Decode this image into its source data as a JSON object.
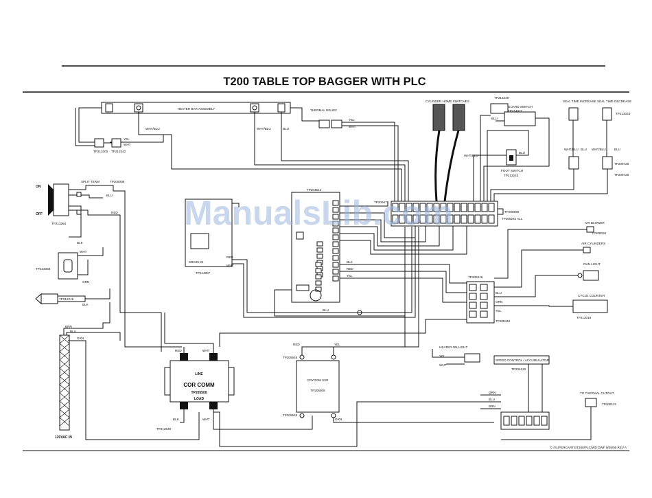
{
  "title": "T200 TABLE TOP BAGGER WITH PLC",
  "watermark": "ManualsLib.com",
  "footer": "© /SUPERCARTS/T200/PLC/WD  DWF 9/09/05 REV A",
  "labels": {
    "heater_bar": "HEATER BAR ASSEMBLY",
    "thermal_relief": "THERMAL RELIEF",
    "tp213300": "TP213300",
    "tp213242": "TP213242",
    "wht_blu": "WHT/BLU",
    "yel": "YEL",
    "wht": "WHT",
    "blu": "BLU",
    "red": "RED",
    "grn": "GRN",
    "blk": "BLK",
    "brn": "BRN",
    "cylinder_home": "CYLINDER HOME SWITCHES",
    "guard_switch": "GUARD SWITCH",
    "tp214022": "TP214022",
    "tp213249": "TP213249",
    "foot_switch": "FOOT SWITCH",
    "tp213243": "TP213243",
    "seal_time_1": "SEAL TIME INCREASE",
    "seal_time_2": "SEAL TIME DECREASE",
    "tp213023": "TP213023",
    "tp209728_a": "TP209728",
    "tp209728_b": "TP209728",
    "on": "ON",
    "off": "OFF",
    "split_term": "SPLIT TERM",
    "tp208006": "TP208006",
    "tp213364": "TP213364",
    "tp213358": "TP213358",
    "tp212215": "TP212215",
    "tp214007": "TP214007",
    "plc_tp": "TP204612",
    "tp209471": "TP209471",
    "tp209690": "TP209690",
    "tp208242": "TP208242 ALL",
    "air_blower": "AIR BLOWER",
    "tp208034": "TP208034",
    "air_cylinders": "AIR CYLINDERS",
    "run_light": "RUN LIGHT",
    "cycle_counter": "CYCLE COUNTER",
    "tp213018": "TP213018",
    "tp208419": "TP208419",
    "tp208440": "TP208440",
    "cor_line": "LINE",
    "cor_comm": "COR COMM",
    "cor_tp": "TP205500",
    "cor_load": "LOAD",
    "tp212549": "TP212549",
    "cryd_tp": "TP205008",
    "cryd_name": "CRYDOM SSR",
    "tp205548": "TP205548",
    "heater_on_light": "HEATER ON LIGHT",
    "speed_control": "SPEED CONTROL / ACCUMULATOR",
    "tp204610": "TP204610",
    "thermal_cutout": "TO THERMAL CUTOUT",
    "tp208121": "TP208121",
    "vac_in": "120VAC IN",
    "psu_tp": "SDC20-24"
  }
}
